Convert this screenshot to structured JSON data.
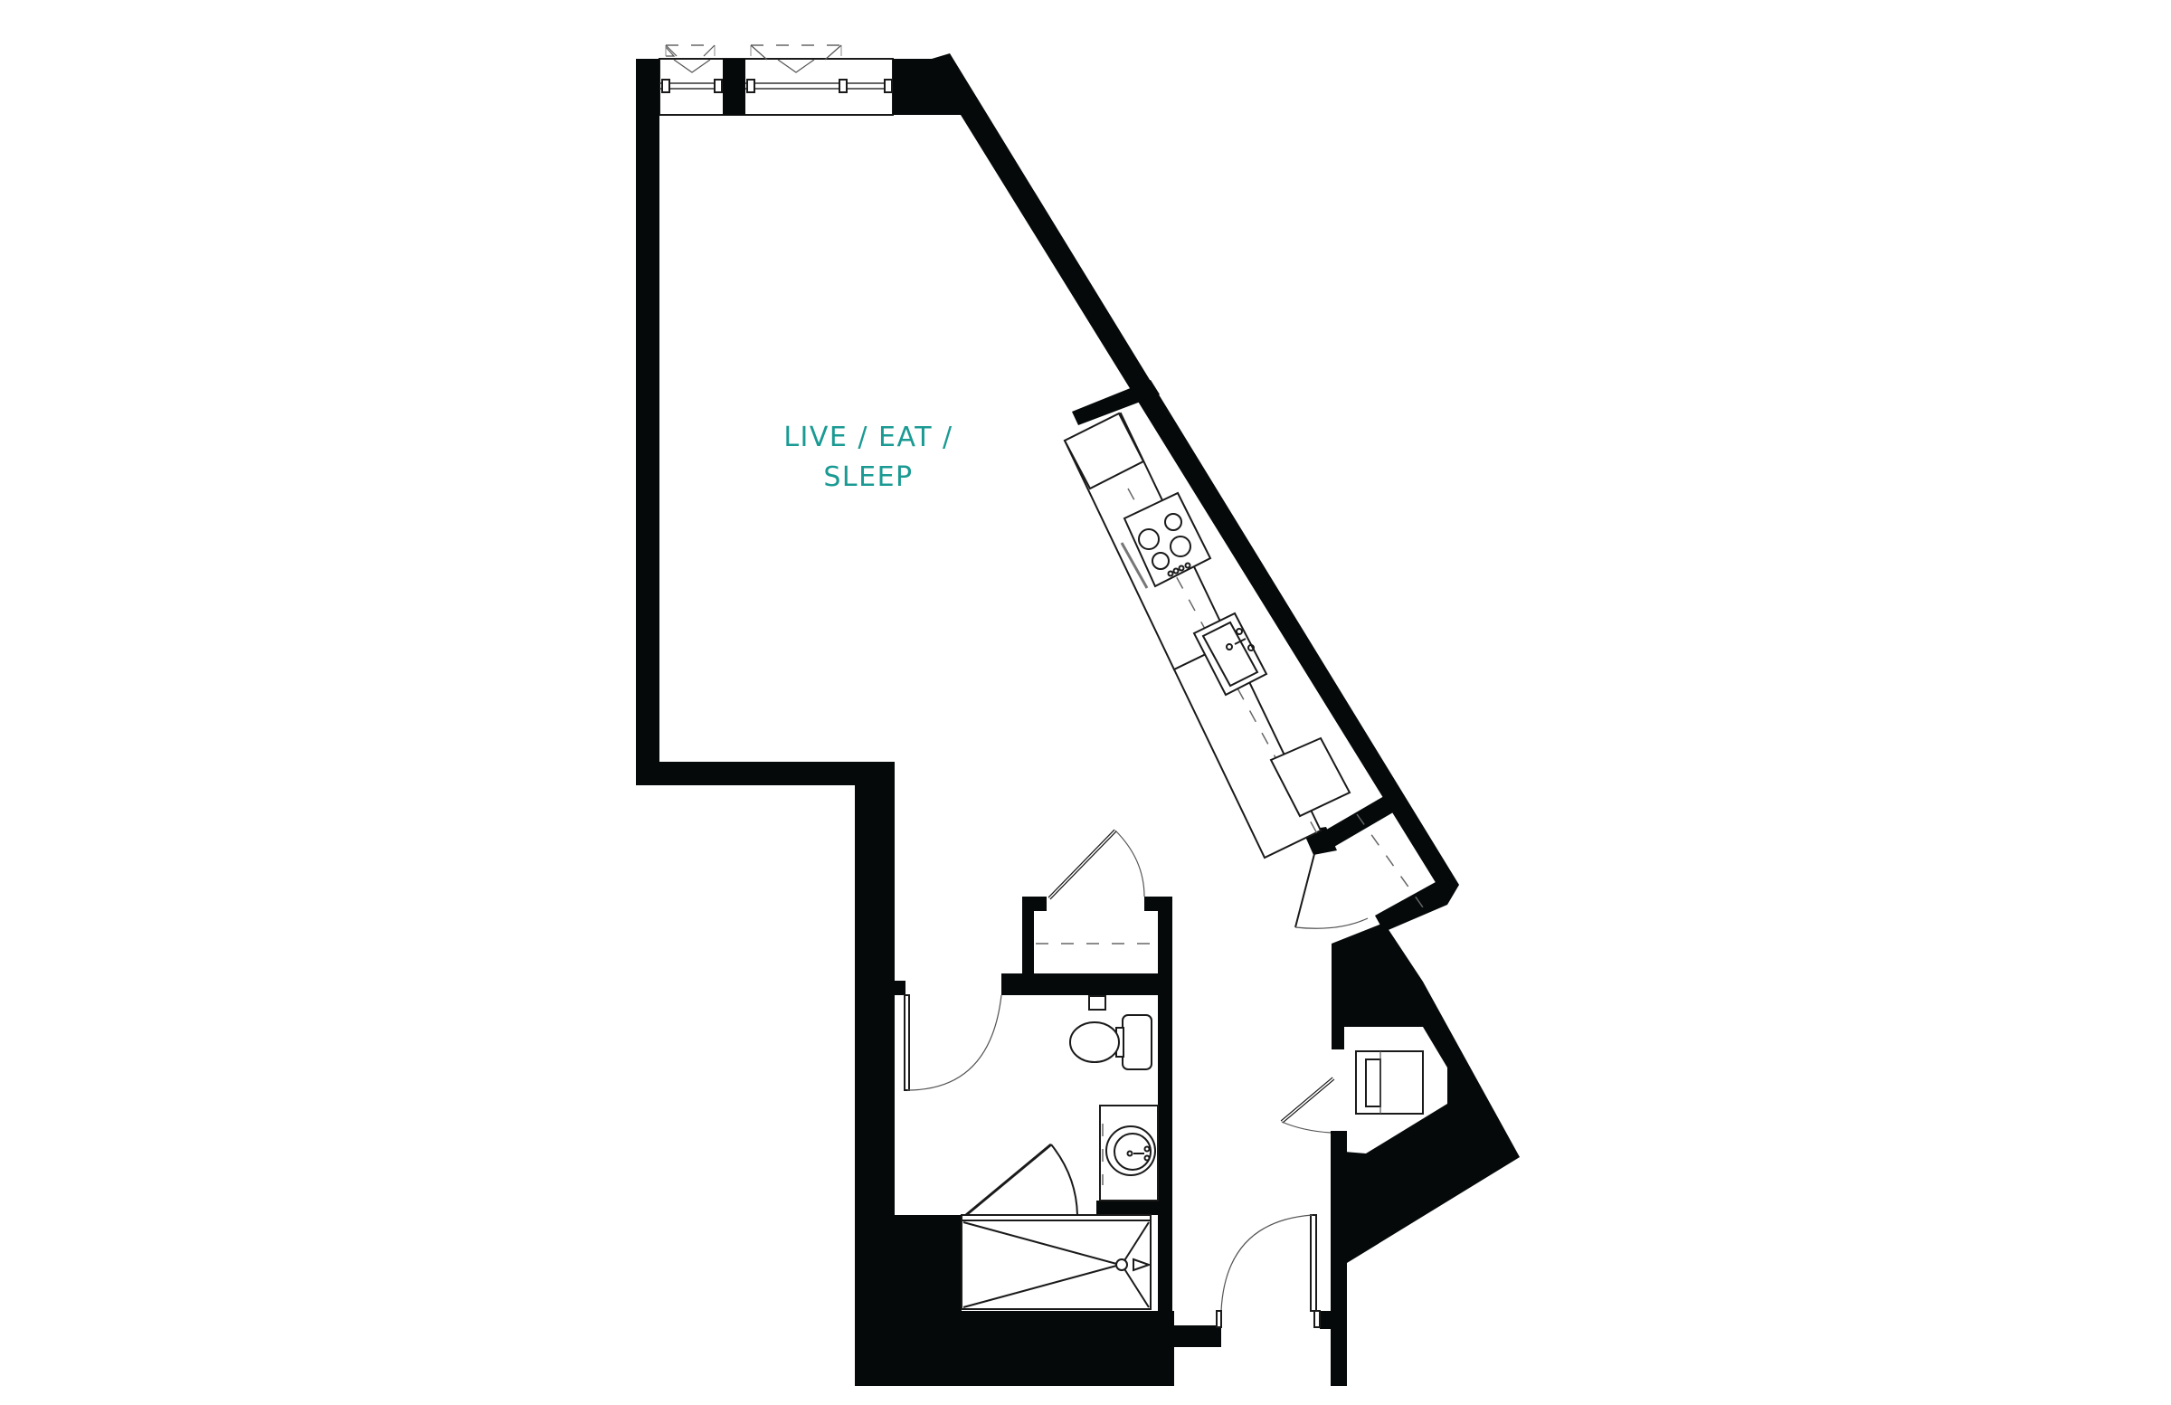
{
  "plan": {
    "type": "floor-plan",
    "unit_type": "studio",
    "rooms": [
      {
        "id": "live-eat-sleep",
        "label_lines": [
          "LIVE / EAT /",
          "SLEEP"
        ]
      }
    ],
    "label_color": "#1a9a93",
    "wall_color": "#050909",
    "features": [
      "windows",
      "kitchen-counter",
      "cooktop",
      "kitchen-sink",
      "closet",
      "bathroom",
      "toilet",
      "bathroom-sink",
      "shower",
      "washer-dryer",
      "entry-door",
      "pantry-closet"
    ]
  }
}
